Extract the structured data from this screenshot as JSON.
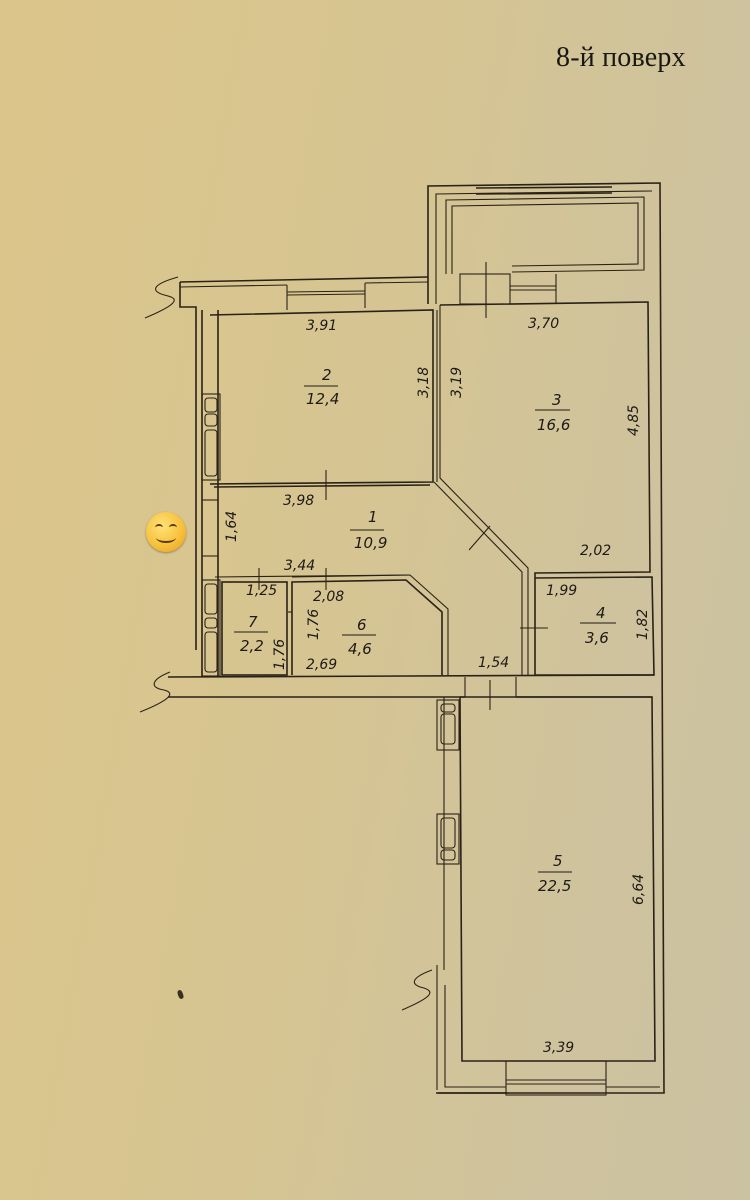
{
  "header": {
    "title": "8-й поверх"
  },
  "plan": {
    "rooms": [
      {
        "id": "1",
        "number": "1",
        "area": "10,9"
      },
      {
        "id": "2",
        "number": "2",
        "area": "12,4"
      },
      {
        "id": "3",
        "number": "3",
        "area": "16,6"
      },
      {
        "id": "4",
        "number": "4",
        "area": "3,6"
      },
      {
        "id": "5",
        "number": "5",
        "area": "22,5"
      },
      {
        "id": "6",
        "number": "6",
        "area": "4,6"
      },
      {
        "id": "7",
        "number": "7",
        "area": "2,2"
      }
    ],
    "dimensions": {
      "room2_width": "3,91",
      "room2_height": "3,18",
      "room3_width": "3,70",
      "room3_left_height": "3,19",
      "room3_right_height": "4,85",
      "room3_bottom": "2,02",
      "room1_top": "3,98",
      "room1_left": "1,64",
      "room1_bottom": "3,44",
      "room7_width": "1,25",
      "room7_height": "1,76",
      "room6_width_top": "2,08",
      "room6_height": "1,76",
      "room6_width_bottom": "2,69",
      "room4_width": "1,99",
      "room4_height": "1,82",
      "corridor_opening": "1,54",
      "room5_height": "6,64",
      "room5_width": "3,39"
    }
  },
  "overlay": {
    "emoji": "smiling-face"
  },
  "colors": {
    "paper": "#d6c592",
    "ink": "#2a2218"
  }
}
